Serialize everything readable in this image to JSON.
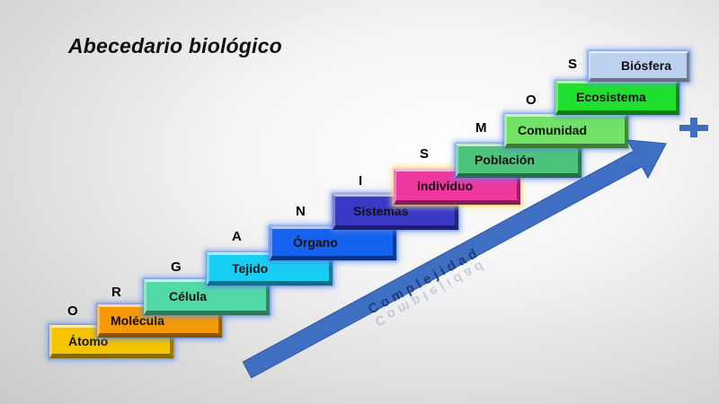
{
  "title": "Abecedario biológico",
  "steps": [
    {
      "label": "Átomo",
      "color": "#f7c400"
    },
    {
      "label": "Molécula",
      "color": "#f59a06"
    },
    {
      "label": "Célula",
      "color": "#52d9a8"
    },
    {
      "label": "Tejido",
      "color": "#17cdf2"
    },
    {
      "label": "Órgano",
      "color": "#1562ee"
    },
    {
      "label": "Sistemas",
      "color": "#3a39c6"
    },
    {
      "label": "individuo",
      "color": "#f0379f"
    },
    {
      "label": "Población",
      "color": "#4cc47c"
    },
    {
      "label": "Comunidad",
      "color": "#72e266"
    },
    {
      "label": "Ecosistema",
      "color": "#1fe02c"
    },
    {
      "label": "Biósfera",
      "color": "#bcd0ef"
    }
  ],
  "letters": [
    "O",
    "R",
    "G",
    "A",
    "N",
    "I",
    "S",
    "M",
    "O",
    "S"
  ],
  "arrow": {
    "label": "Complejidad",
    "color": "#3e6fc2"
  },
  "plus_icon": "plus-icon"
}
